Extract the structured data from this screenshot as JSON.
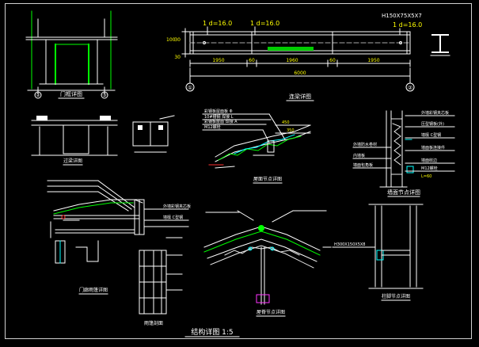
{
  "colors": {
    "background": "#000000",
    "line": "#ffffff",
    "detail_line": "#e8e8e8",
    "dimension_text": "#ffff00",
    "annotation_green": "#00ff00",
    "leader_red": "#ff3030",
    "accent_cyan": "#00ffff",
    "accent_magenta": "#ff33ff",
    "frame": "#d0d0d0"
  },
  "beam_elevation": {
    "rebar_labels": [
      "1 d=16.0",
      "1 d=16.0",
      "1 d=16.0"
    ],
    "section_callout": "H150X75X5X7",
    "dim_labels": [
      "1950",
      "60",
      "1960",
      "60",
      "1950"
    ],
    "total_length": "6000",
    "left_end_dims": [
      "30",
      "30",
      "100"
    ],
    "grid_labels": [
      "①",
      "②"
    ]
  },
  "door_frame_grid_labels": [
    "②",
    "③"
  ],
  "labels": {
    "door_frame": "门框详图",
    "beam_elevation": "连梁详图",
    "lintel": "过梁详图",
    "roof_ridge": "屋面节点详图",
    "wall_detail": "墙面节点详图",
    "canopy": "门廊雨篷详图",
    "canopy_section": "雨篷剖面",
    "ridge_node": "屋脊节点详图",
    "column_base": "柱脚节点详图",
    "sheet_title": "结构详图 1:5"
  },
  "ridge_callouts": [
    "彩钢板屋面板 Φ",
    "10#槽钢 焊接 L",
    "彩钢板屋面 焊接 A",
    "M12螺栓"
  ],
  "ridge_dims": [
    "450",
    "350"
  ],
  "wall_callouts": [
    "外墙彩钢夹芯板",
    "压型钢板(外)",
    "墙檩 C型钢",
    "墙面板连接件",
    "外墙防水卷材",
    "内墙板",
    "墙面包角板",
    "墙面收边",
    "M12螺栓"
  ],
  "wall_dims": [
    "L=60"
  ],
  "column_base_callout": "H300X150X5X8"
}
